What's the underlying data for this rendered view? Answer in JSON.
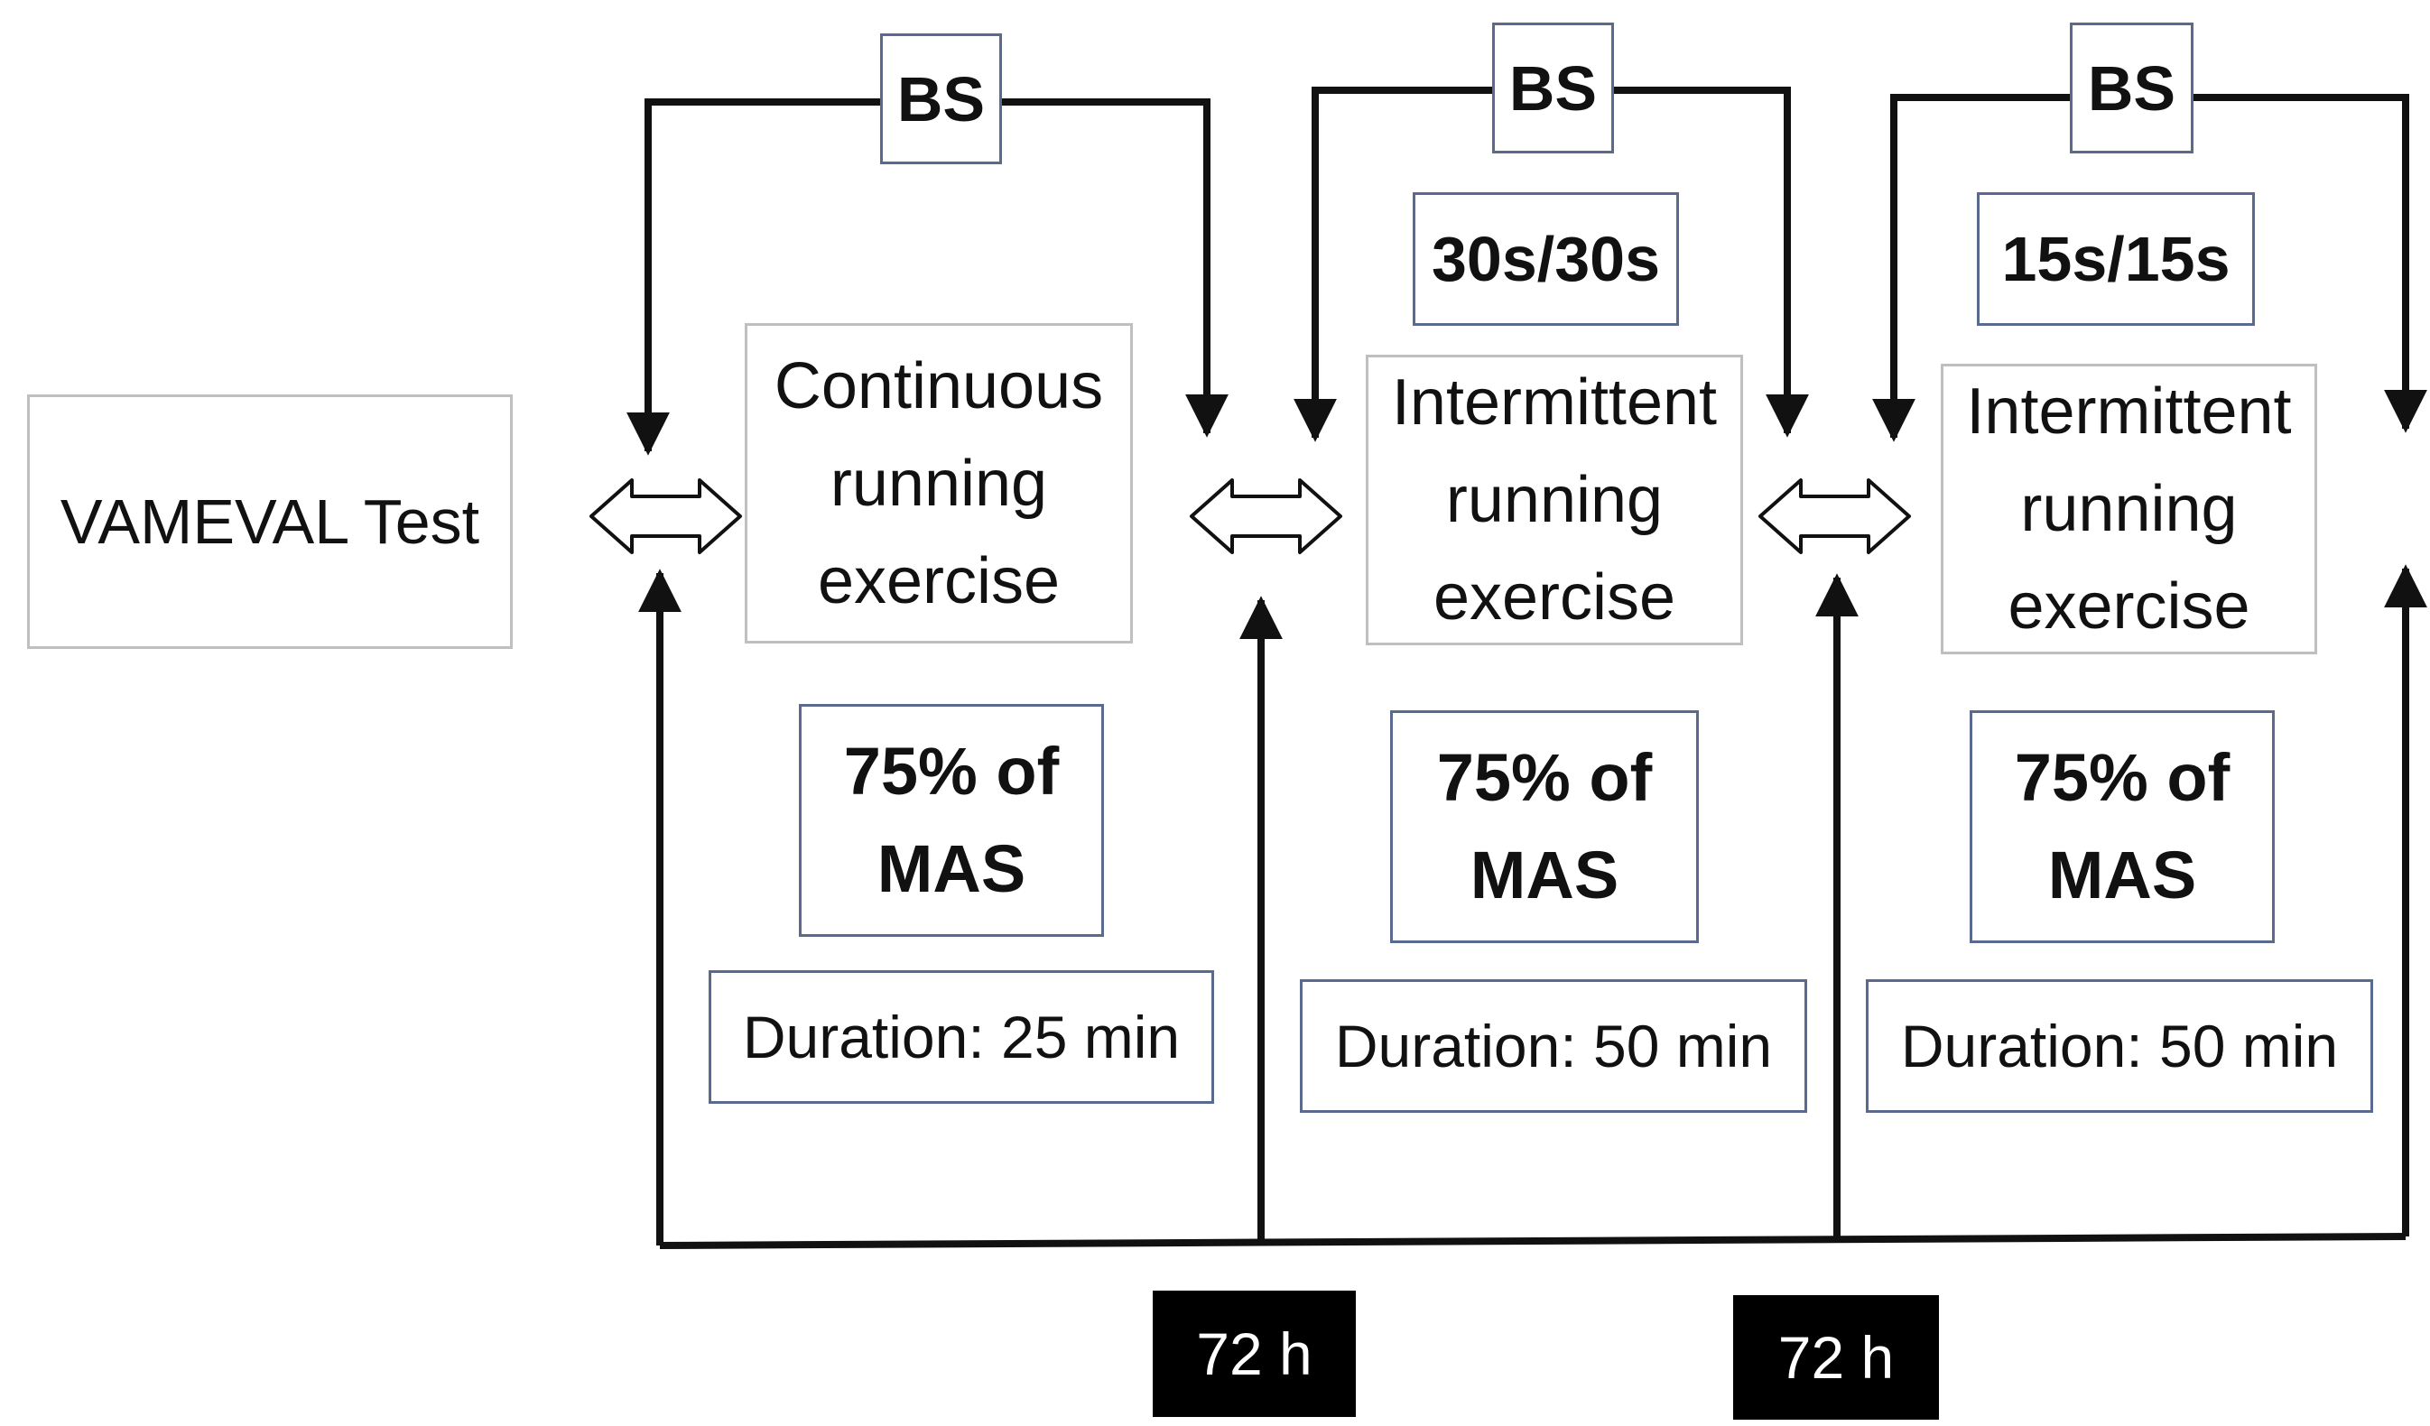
{
  "start_box": {
    "label": "VAMEVAL Test"
  },
  "sessions": [
    {
      "block_sampling": "BS",
      "interval": "",
      "exercise_lines": [
        "Continuous",
        "running",
        "exercise"
      ],
      "intensity_lines": [
        "75% of",
        "MAS"
      ],
      "duration": "Duration: 25 min"
    },
    {
      "block_sampling": "BS",
      "interval": "30s/30s",
      "exercise_lines": [
        "Intermittent",
        "running",
        "exercise"
      ],
      "intensity_lines": [
        "75% of",
        "MAS"
      ],
      "duration": "Duration: 50 min"
    },
    {
      "block_sampling": "BS",
      "interval": "15s/15s",
      "exercise_lines": [
        "Intermittent",
        "running",
        "exercise"
      ],
      "intensity_lines": [
        "75% of",
        "MAS"
      ],
      "duration": "Duration: 50 min"
    }
  ],
  "rest_periods": [
    "72 h",
    "72 h"
  ],
  "colors": {
    "line": "#111111",
    "gray_border": "#bfbfbf",
    "blue_border": "#5a6a8e",
    "rest_fill": "#000000",
    "rest_text": "#ffffff"
  }
}
